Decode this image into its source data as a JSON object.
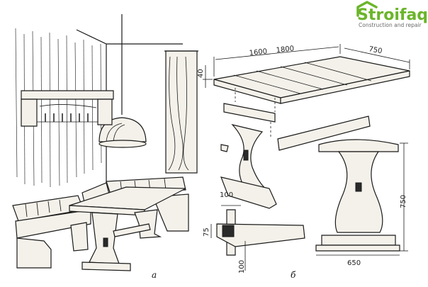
{
  "logo": {
    "brand": "Stroifaq",
    "tagline": "Construction and repair",
    "accent": "#6bb52a"
  },
  "panel_labels": {
    "left": "а",
    "right": "б"
  },
  "dimensions": {
    "table_length_a": "1600",
    "table_length_b": "1800",
    "table_width": "750",
    "top_thickness": "40",
    "leg_height": "750",
    "base_width": "650",
    "post_width": "100",
    "rail_height": "75",
    "rail_length": "100"
  }
}
